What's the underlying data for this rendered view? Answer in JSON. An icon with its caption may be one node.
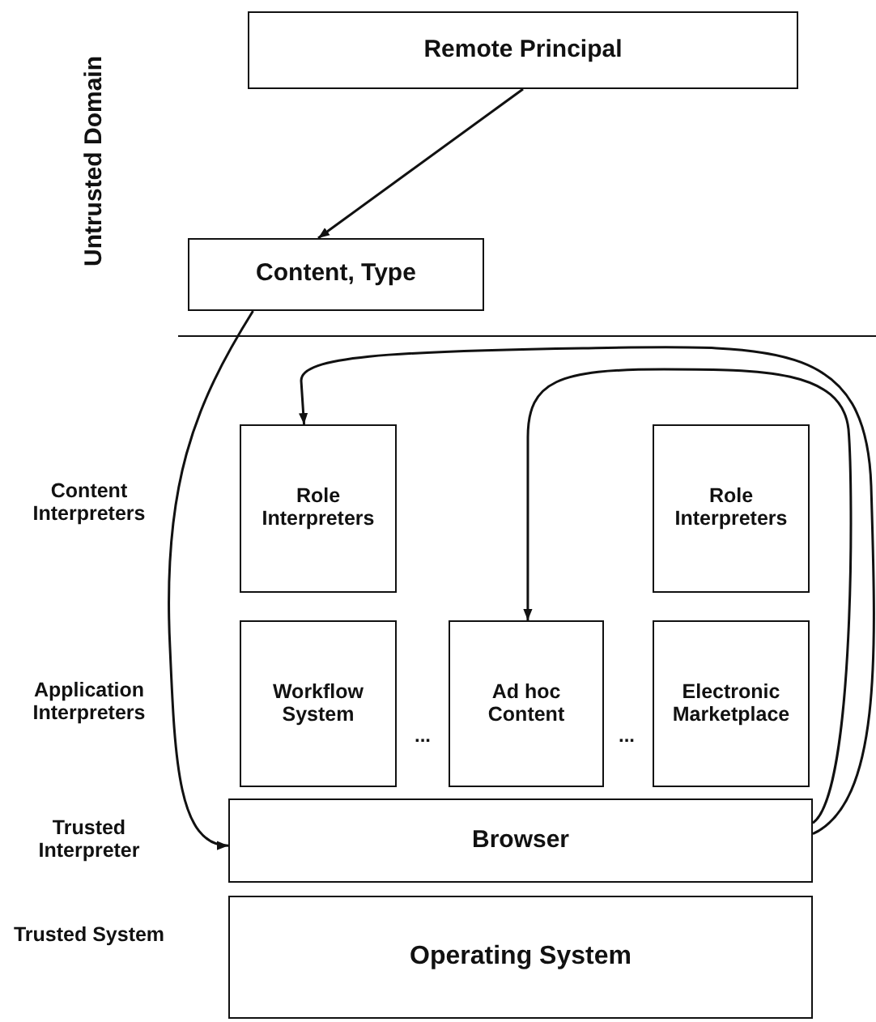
{
  "diagram": {
    "nodes": [
      {
        "text": [
          "Remote Principal"
        ]
      },
      {
        "text": [
          "Content, Type"
        ]
      },
      {
        "text": [
          "Role Interpreters"
        ]
      },
      {
        "text": [
          "Role Interpreters"
        ]
      },
      {
        "text": [
          "Workflow System"
        ]
      },
      {
        "text": [
          "Ad hoc Content"
        ]
      },
      {
        "text": [
          "Electronic Marketplace"
        ]
      },
      {
        "text": [
          "Browser"
        ]
      },
      {
        "text": [
          "Operating System"
        ]
      }
    ],
    "edges": [
      {
        "from": 0,
        "to": 1,
        "arrow": "to"
      },
      {
        "from": 1,
        "to": 7,
        "arrow": "to"
      },
      {
        "from": 7,
        "to": 2,
        "arrow": "to"
      },
      {
        "from": 7,
        "to": 5,
        "arrow": "to"
      }
    ],
    "labels": [
      "Untrusted Domain",
      "Content Interpreters",
      "Application Interpreters",
      "...",
      "...",
      "Trusted Interpreter",
      "Trusted System"
    ]
  }
}
